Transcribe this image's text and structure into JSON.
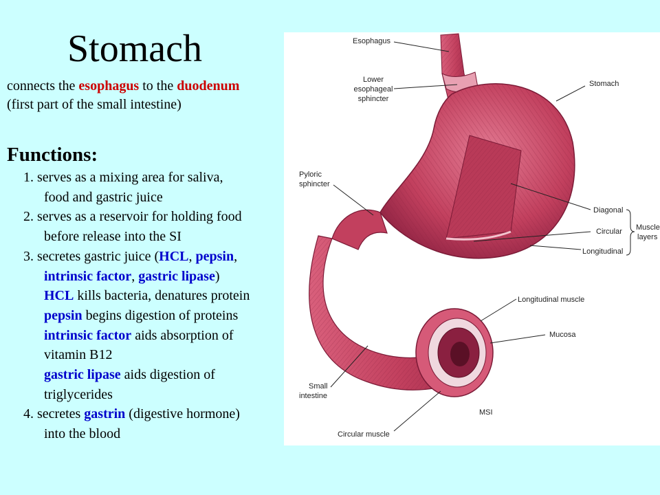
{
  "title": "Stomach",
  "intro": {
    "line1": {
      "a": "connects the ",
      "b": "esophagus",
      "c": " to the ",
      "d": "duodenum"
    },
    "line2": "(first part of the small intestine)"
  },
  "functions_heading": "Functions:",
  "functions": {
    "item1": {
      "r1": "1. serves as a mixing area for saliva,",
      "r2": "food and gastric juice"
    },
    "item2": {
      "r1": "2. serves as a reservoir for holding food",
      "r2": "before release into the SI"
    },
    "item3": {
      "r1": {
        "a": "3. secretes gastric juice (",
        "b": "HCL",
        "c": ", ",
        "d": "pepsin",
        "e": ","
      },
      "r2": {
        "a": "intrinsic factor",
        "b": ", ",
        "c": "gastric lipase",
        "d": ")"
      },
      "r3": {
        "a": "HCL",
        "b": " kills bacteria, denatures protein"
      },
      "r4": {
        "a": "pepsin",
        "b": " begins digestion of proteins"
      },
      "r5": {
        "a": "intrinsic factor",
        "b": " aids absorption of"
      },
      "r6": "vitamin B12",
      "r7": {
        "a": "gastric lipase",
        "b": " aids digestion of"
      },
      "r8": "triglycerides"
    },
    "item4": {
      "r1": {
        "a": "4. secretes ",
        "b": "gastrin",
        "c": " (digestive hormone)"
      },
      "r2": "into the blood"
    }
  },
  "diagram": {
    "labels": {
      "esophagus": "Esophagus",
      "lower_sphincter_1": "Lower",
      "lower_sphincter_2": "esophageal",
      "lower_sphincter_3": "sphincter",
      "stomach": "Stomach",
      "pyloric_1": "Pyloric",
      "pyloric_2": "sphincter",
      "diagonal": "Diagonal",
      "circular": "Circular",
      "longitudinal": "Longitudinal",
      "muscle_layers_1": "Muscle",
      "muscle_layers_2": "layers",
      "longitudinal_muscle": "Longitudinal muscle",
      "mucosa": "Mucosa",
      "small_intestine_1": "Small",
      "small_intestine_2": "intestine",
      "circular_muscle": "Circular muscle",
      "signature": "MSI"
    }
  },
  "colors": {
    "background": "#ccffff",
    "highlight_red": "#cc0000",
    "highlight_blue": "#0000cc",
    "tissue": "#c2405e",
    "tissue_dark": "#8a2040",
    "tissue_light": "#e27a92"
  }
}
